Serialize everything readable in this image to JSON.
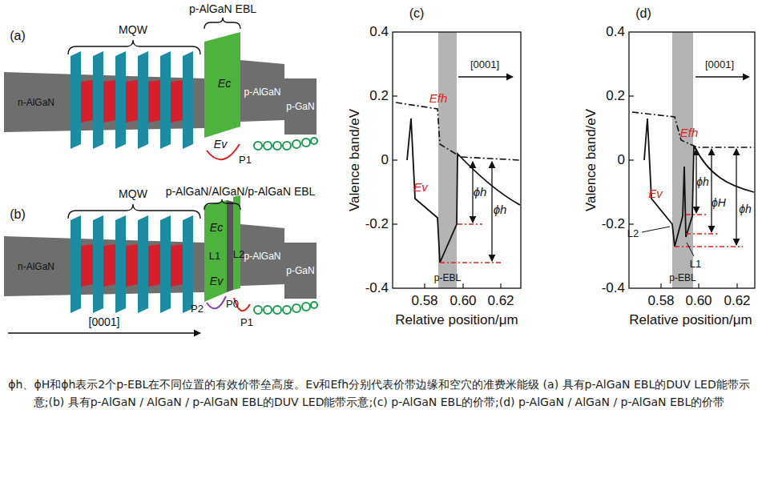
{
  "diagram": {
    "caption": "ϕh、ϕH和ϕh表示2个p-EBL在不同位置的有效价带垒高度。Ev和Efh分别代表价带边缘和空穴的准费米能级 (a) 具有p-AlGaN EBL的DUV LED能带示意;(b) 具有p-AlGaN / AlGaN / p-AlGaN EBL的DUV LED能带示意;(c) p-AlGaN EBL的价带;(d) p-AlGaN / AlGaN / p-AlGaN EBL的价带",
    "nodes": [
      {
        "text": [
          "n-AlGaN"
        ]
      },
      {
        "text": [
          "p-AlGaN"
        ]
      },
      {
        "text": [
          "p-GaN"
        ]
      },
      {
        "text": [
          "n-AlGaN"
        ]
      },
      {
        "text": [
          "p-AlGaN"
        ]
      },
      {
        "text": [
          "p-GaN"
        ]
      },
      {
        "text": [
          "p-EBL"
        ]
      },
      {
        "text": [
          "p-EBL"
        ]
      }
    ],
    "labels": [
      "(a)",
      "MQW",
      "p-AlGaN EBL",
      "Ec",
      "Ev",
      "P1",
      "(b)",
      "MQW",
      "p-AlGaN/AlGaN/p-AlGaN EBL",
      "L1",
      "L2",
      "Ec",
      "Ev",
      "P2",
      "P0",
      "P1",
      "[0001]",
      "(c)",
      "0.4",
      "0.2",
      "0",
      "-0.2",
      "-0.4",
      "0.58",
      "0.60",
      "0.62",
      "Valence band/eV",
      "Relative position/μm",
      "[0001]",
      "Efh",
      "Ev",
      "ϕh",
      "ϕh",
      "(d)",
      "0.4",
      "0.2",
      "0",
      "-0.2",
      "-0.4",
      "0.58",
      "0.60",
      "0.62",
      "Valence band/eV",
      "Relative position/μm",
      "[0001]",
      "Efh",
      "Ev",
      "ϕh",
      "ϕH",
      "ϕh",
      "L2",
      "L1"
    ]
  }
}
